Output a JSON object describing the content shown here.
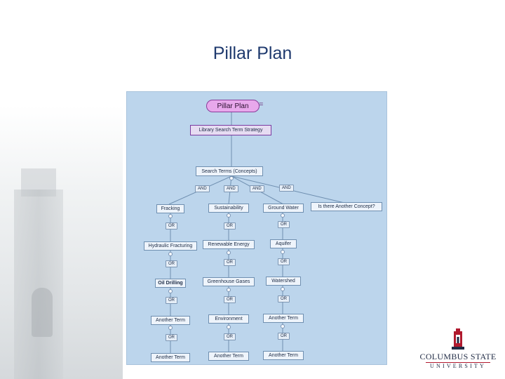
{
  "slide": {
    "title": "Pillar Plan"
  },
  "diagram": {
    "root_label": "Pillar Plan",
    "equals_sign": "=",
    "strategy_label": "Library Search Term Strategy",
    "search_terms_label": "Search Terms (Concepts)",
    "and_connectors": [
      "AND",
      "AND",
      "AND",
      "AND"
    ],
    "concepts": [
      {
        "label": "Fracking",
        "or_labels": [
          "OR",
          "OR",
          "OR",
          "OR"
        ],
        "terms": [
          "Hydraulic Fracturing",
          "Oil Drilling",
          "Another Term",
          "Another Term"
        ]
      },
      {
        "label": "Sustainability",
        "or_labels": [
          "OR",
          "OR",
          "OR",
          "OR"
        ],
        "terms": [
          "Renewable Energy",
          "Greenhouse Gases",
          "Environment",
          "Another Term"
        ]
      },
      {
        "label": "Ground Water",
        "or_labels": [
          "OR",
          "OR",
          "OR",
          "OR"
        ],
        "terms": [
          "Aquifer",
          "Watershed",
          "Another Term",
          "Another Term"
        ]
      },
      {
        "label": "Is there Another Concept?",
        "or_labels": [],
        "terms": []
      }
    ],
    "colors": {
      "canvas": "#bcd5ec",
      "node_fill": "#eef4fb",
      "node_border": "#6f8fb0",
      "root_pill": "#e8a8ec",
      "connector_line": "#6f8fb0"
    }
  },
  "logo": {
    "name": "COLUMBUS STATE",
    "sub": "UNIVERSITY",
    "accent": "#b0192e"
  }
}
